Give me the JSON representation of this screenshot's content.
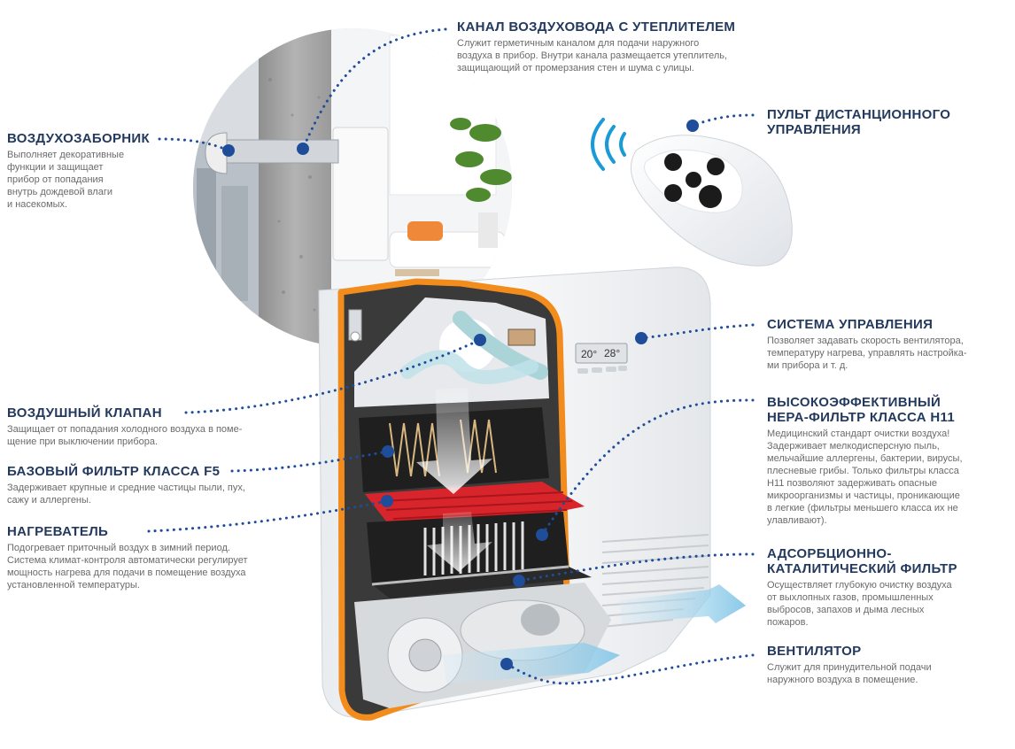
{
  "colors": {
    "heading": "#233a5e",
    "body_text": "#6b6b6b",
    "dots": "#1f4d9a",
    "orange_frame": "#f28c1c",
    "heater_red": "#d8252b",
    "air_arrow": "#9fd2ea",
    "wave_arrow": "#1a9ad6"
  },
  "device": {
    "display_left": "20°",
    "display_right": "28°"
  },
  "callouts": [
    {
      "id": "duct",
      "title": "КАНАЛ ВОЗДУХОВОДА С УТЕПЛИТЕЛЕМ",
      "text": "Служит герметичным каналом для подачи наружного\nвоздуха в прибор. Внутри канала размещается утеплитель,\nзащищающий от промерзания стен и шума с улицы."
    },
    {
      "id": "intake",
      "title": "ВОЗДУХОЗАБОРНИК",
      "text": "Выполняет декоративные\nфункции и защищает\nприбор от попадания\nвнутрь дождевой влаги\nи насекомых."
    },
    {
      "id": "remote",
      "title": "ПУЛЬТ ДИСТАНЦИОННОГО\nУПРАВЛЕНИЯ",
      "text": ""
    },
    {
      "id": "control",
      "title": "СИСТЕМА УПРАВЛЕНИЯ",
      "text": "Позволяет задавать скорость вентилятора,\nтемпературу нагрева, управлять настройка-\nми прибора и т. д."
    },
    {
      "id": "valve",
      "title": "ВОЗДУШНЫЙ КЛАПАН",
      "text": "Защищает от попадания холодного воздуха в поме-\nщение при выключении прибора."
    },
    {
      "id": "hepa",
      "title": "ВЫСОКОЭФФЕКТИВНЫЙ\nHEPA-ФИЛЬТР КЛАССА H11",
      "text": "Медицинский стандарт очистки воздуха!\nЗадерживает мелкодисперсную пыль,\nмельчайшие аллергены, бактерии, вирусы,\nплесневые грибы. Только фильтры класса\nH11 позволяют задерживать опасные\nмикроорганизмы и частицы, проникающие\nв легкие (фильтры меньшего класса их не\nулавливают)."
    },
    {
      "id": "f5",
      "title": "БАЗОВЫЙ ФИЛЬТР КЛАССА F5",
      "text": "Задерживает крупные и средние частицы пыли, пух,\nсажу и аллергены."
    },
    {
      "id": "heater",
      "title": "НАГРЕВАТЕЛЬ",
      "text": "Подогревает приточный воздух в зимний период.\nСистема климат-контроля автоматически регулирует\nмощность нагрева для подачи в помещение воздуха\nустановленной температуры."
    },
    {
      "id": "adsorb",
      "title": "АДСОРБЦИОННО-\nКАТАЛИТИЧЕСКИЙ ФИЛЬТР",
      "text": "Осуществляет глубокую очистку воздуха\nот выхлопных газов, промышленных\nвыбросов, запахов и дыма лесных\nпожаров."
    },
    {
      "id": "fan",
      "title": "ВЕНТИЛЯТОР",
      "text": "Служит для принудительной подачи\nнаружного воздуха в помещение."
    }
  ]
}
